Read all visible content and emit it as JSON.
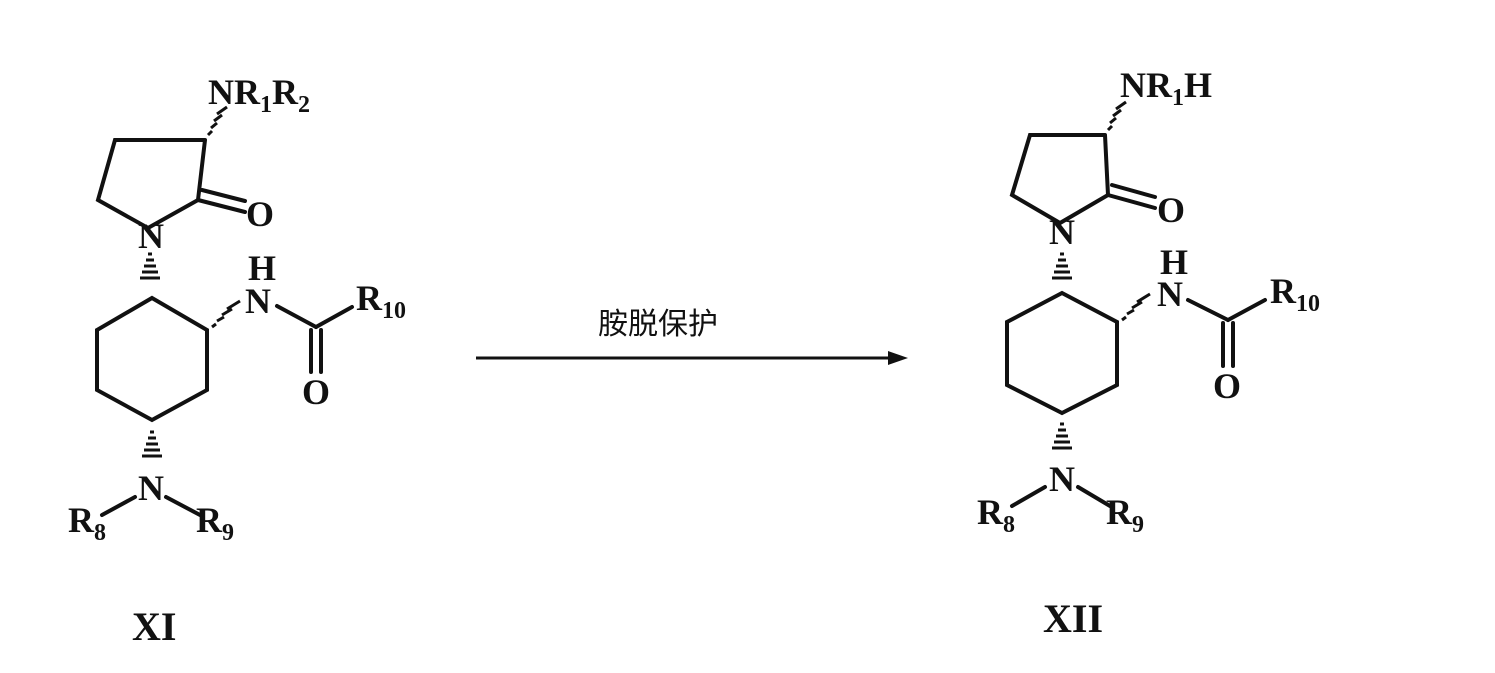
{
  "reaction": {
    "condition": "胺脱保护",
    "reactant": {
      "label": "XI",
      "amine_substituent": {
        "main": "NR",
        "sub1": "1",
        "mid": "R",
        "sub2": "2"
      }
    },
    "product": {
      "label": "XII",
      "amine_substituent": {
        "main": "NR",
        "sub1": "1",
        "tail": "H"
      }
    }
  },
  "atoms": {
    "oxygen": "O",
    "nitrogen": "N",
    "hydrogen": "H",
    "r": "R",
    "r10_sub": "10",
    "r8_sub": "8",
    "r9_sub": "9"
  }
}
